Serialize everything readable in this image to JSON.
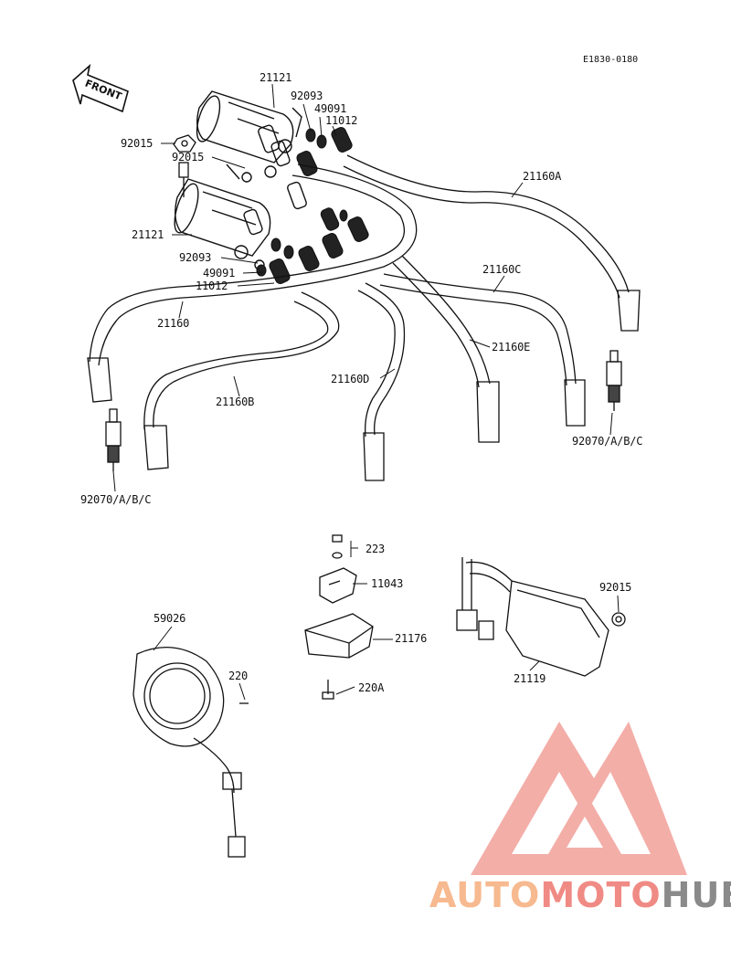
{
  "diagram": {
    "reference_code": "E1830-0180",
    "front_label": "FRONT",
    "parts": {
      "coil_upper": "21121",
      "coil_lower": "21121",
      "cap_upper": "92093",
      "cap_lower": "92093",
      "seal_upper": "49091",
      "seal_lower": "49091",
      "boot_upper": "11012",
      "boot_lower": "11012",
      "nut_1": "92015",
      "nut_2": "92015",
      "nut_3": "92015",
      "lead_a": "21160A",
      "lead_main": "21160",
      "lead_b": "21160B",
      "lead_c": "21160C",
      "lead_d": "21160D",
      "lead_e": "21160E",
      "plug_left": "92070/A/B/C",
      "plug_right": "92070/A/B/C",
      "screw_223": "223",
      "bracket": "11043",
      "igniter": "21176",
      "screw_220a": "220A",
      "pickup": "59026",
      "screw_220": "220",
      "regulator": "21119"
    }
  },
  "watermark": {
    "brand_part1": "AUTO",
    "brand_part2": "MOTO",
    "brand_part3": "HUB",
    "color_light": "#f7b98f",
    "color_mid": "#f08a84",
    "color_dark": "#8a8a8a"
  }
}
